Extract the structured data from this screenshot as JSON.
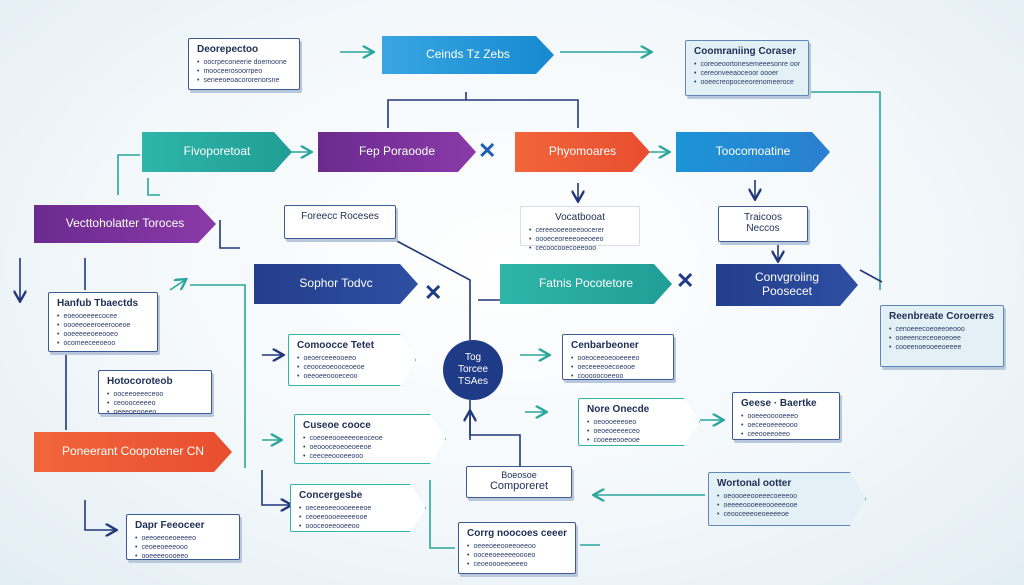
{
  "banners": {
    "top_center": "Ceinds Tz Zebs",
    "fivo": "Fivoporetoat",
    "fep": "Fep Poraoode",
    "phy": "Phyomoares",
    "toc": "Toocomoatine",
    "vert": "Vecttoholatter Toroces",
    "soph": "Sophor Todvc",
    "fath": "Fatnis Pocotetore",
    "conv": "Convgroiing Poosecet",
    "pond": "Poneerant Coopotener CN"
  },
  "center": "Tog Torcee TSAes",
  "cards": {
    "topleft": {
      "title": "Deorepectoo",
      "items": [
        "oocrpeconeerie doemoone",
        "mooceerosoorrpeo",
        "seneeoeoacororenorsne"
      ]
    },
    "topright": {
      "title": "Coomraniing Coraser",
      "items": [
        "coreoeoortonesemeeesonre oor",
        "cereonveeaoceoor oooer",
        "ooeecreopoceeorenomeeroce"
      ]
    },
    "foreec": {
      "title": "Foreecc Roceses"
    },
    "vocabed": {
      "title": "Vocatbooat",
      "items": [
        "cereeooeeoeeoocerer",
        "oooeceoreeeoeeoeeo",
        "cecoocooecoeeooo"
      ]
    },
    "traicoos": {
      "title": "Traicoos Neccos"
    },
    "harh": {
      "title": "Hanfub Tbaectds",
      "items": [
        "eoeooeeeecocee",
        "oooeeoeeroeerooeoe",
        "ooeeeeeoeeooeo",
        "ocomeeceeoeoo"
      ]
    },
    "rembreate": {
      "title": "Reenbreate Coroerres",
      "items": [
        "cenoeeecoeoeeoeooo",
        "ooeeenceceoeoeoee",
        "cooeenoeooeeoeeee"
      ]
    },
    "horoc": {
      "title": "Hotocoroteob",
      "items": [
        "ooceeoeeeceoo",
        "ceoooceeeeo",
        "oeeeoeooeeo"
      ]
    },
    "comoc": {
      "title": "Comoocce Tetet",
      "items": [
        "oeoerceeeooeeo",
        "ceooceoeooceoeoe",
        "oeeoeeoooeceoo"
      ]
    },
    "cenbar": {
      "title": "Cenbarbeoner",
      "items": [
        "ooeoceeoeooeeeeo",
        "oeceeeeoecoeooe",
        "cooooocoeeoo"
      ]
    },
    "cuse": {
      "title": "Cuseoe cooce",
      "items": [
        "coeoeeooeeeeoeoceoe",
        "oeoooceoeoeoeeoe",
        "ceeceeoooeeooo"
      ]
    },
    "nore": {
      "title": "Nore Onecde",
      "items": [
        "oeoooeeeoeo",
        "oeoeoeeeeceo",
        "cooeeeooeooe"
      ]
    },
    "geese": {
      "title": "Geese · Baertke",
      "items": [
        "ooeeeooooeeeo",
        "oeceeoeeeeooo",
        "ceeooeeoeeo"
      ]
    },
    "concorgr": {
      "title": "Concergesbe",
      "items": [
        "oeceeoeeoooeeeeoe",
        "ceoeeoooeeeeeooe",
        "oooceoeeooeeoo"
      ]
    },
    "boeose": {
      "title": "Boeosoe",
      "sub": "Comporeret"
    },
    "wortoral": {
      "title": "Wortonal ootter",
      "items": [
        "oeoooeeooeeecoeeeoo",
        "oeeeeoooeeeooeeeooe",
        "ceooceeeoeoeeeeoe"
      ]
    },
    "corg": {
      "title": "Corrg noocoes ceeer",
      "items": [
        "oeeeoeeooeeoeeoo",
        "ooceeoeeeeeoooeo",
        "ceoeoooeeoeeeo"
      ]
    },
    "dap": {
      "title": "Dapr Feeoceer",
      "items": [
        "oeeoeeoeoeeeeo",
        "ceoeeoeeeooo",
        "ooeeeeoooeeo"
      ]
    }
  },
  "colors": {
    "cyan": "#1689cf",
    "teal": "#1f9e96",
    "purple": "#6b2b8e",
    "orange": "#e84e2e",
    "navy": "#233e8b",
    "line_navy": "#22377a",
    "line_teal": "#2aa69c"
  }
}
